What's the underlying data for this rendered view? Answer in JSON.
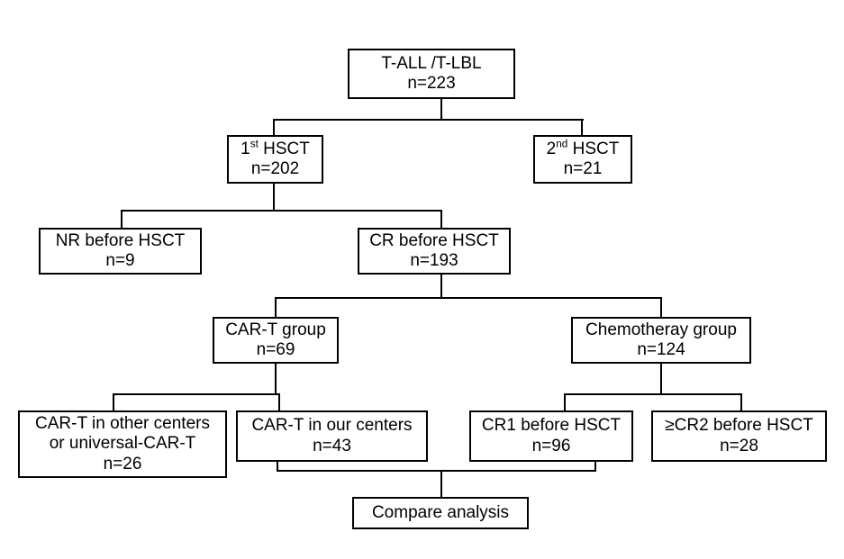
{
  "diagram": {
    "title": "T-ALL / T-LBL HSCT cohort flow diagram",
    "type": "flowchart",
    "line_color": "#000000",
    "box_fill": "#ffffff",
    "nodes": {
      "root": {
        "line1": "T-ALL /T-LBL",
        "line2": "n=223"
      },
      "hsct1": {
        "prefix": "1",
        "sup": "st",
        "suffix": " HSCT",
        "line2": "n=202"
      },
      "hsct2": {
        "prefix": "2",
        "sup": "nd",
        "suffix": " HSCT",
        "line2": "n=21"
      },
      "nr_before": {
        "line1": "NR before HSCT",
        "line2": "n=9"
      },
      "cr_before": {
        "line1": "CR before HSCT",
        "line2": "n=193"
      },
      "cart_group": {
        "line1": "CAR-T group",
        "line2": "n=69"
      },
      "chemo_group": {
        "line1": "Chemotheray group",
        "line2": "n=124"
      },
      "cart_other": {
        "line1": "CAR-T in other centers",
        "line2": "or universal-CAR-T",
        "line3": "n=26"
      },
      "cart_our": {
        "line1": "CAR-T in our centers",
        "line2": "n=43"
      },
      "cr1_before": {
        "line1": "CR1 before HSCT",
        "line2": "n=96"
      },
      "cr2_before": {
        "line1": "≥CR2 before HSCT",
        "line2": "n=28"
      },
      "compare": {
        "line1": "Compare analysis"
      }
    }
  }
}
